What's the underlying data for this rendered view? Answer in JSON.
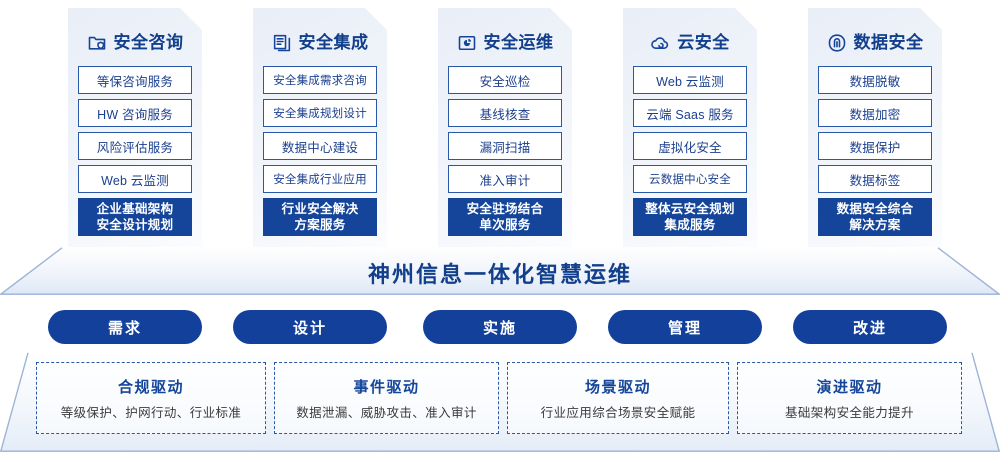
{
  "columns": [
    {
      "icon": "folder-shield-icon",
      "title": "安全咨询",
      "items": [
        "等保咨询服务",
        "HW 咨询服务",
        "风险评估服务",
        "Web 云监测"
      ],
      "summary_line1": "企业基础架构",
      "summary_line2": "安全设计规划"
    },
    {
      "icon": "document-copy-icon",
      "title": "安全集成",
      "items": [
        "安全集成需求咨询",
        "安全集成规划设计",
        "数据中心建设",
        "安全集成行业应用"
      ],
      "summary_line1": "行业安全解决",
      "summary_line2": "方案服务"
    },
    {
      "icon": "folder-chart-icon",
      "title": "安全运维",
      "items": [
        "安全巡检",
        "基线核查",
        "漏洞扫描",
        "准入审计"
      ],
      "summary_line1": "安全驻场结合",
      "summary_line2": "单次服务"
    },
    {
      "icon": "cloud-icon",
      "title": "云安全",
      "items": [
        "Web 云监测",
        "云端 Saas 服务",
        "虚拟化安全",
        "云数据中心安全"
      ],
      "summary_line1": "整体云安全规划",
      "summary_line2": "集成服务"
    },
    {
      "icon": "fingerprint-icon",
      "title": "数据安全",
      "items": [
        "数据脱敏",
        "数据加密",
        "数据保护",
        "数据标签"
      ],
      "summary_line1": "数据安全综合",
      "summary_line2": "解决方案"
    }
  ],
  "banner": {
    "text": "神州信息一体化智慧运维"
  },
  "stages": [
    {
      "label": "需求"
    },
    {
      "label": "设计"
    },
    {
      "label": "实施"
    },
    {
      "label": "管理"
    },
    {
      "label": "改进"
    }
  ],
  "drivers": [
    {
      "title": "合规驱动",
      "desc": "等级保护、护网行动、行业标准"
    },
    {
      "title": "事件驱动",
      "desc": "数据泄漏、威胁攻击、准入审计"
    },
    {
      "title": "场景驱动",
      "desc": "行业应用综合场景安全赋能"
    },
    {
      "title": "演进驱动",
      "desc": "基础架构安全能力提升"
    }
  ],
  "colors": {
    "primary_blue": "#14459a",
    "border_blue": "#2a58a8",
    "panel_bg_light": "#eef2f9",
    "text_blue": "#1b3f8f",
    "desc_gray": "#3b3b3b"
  }
}
